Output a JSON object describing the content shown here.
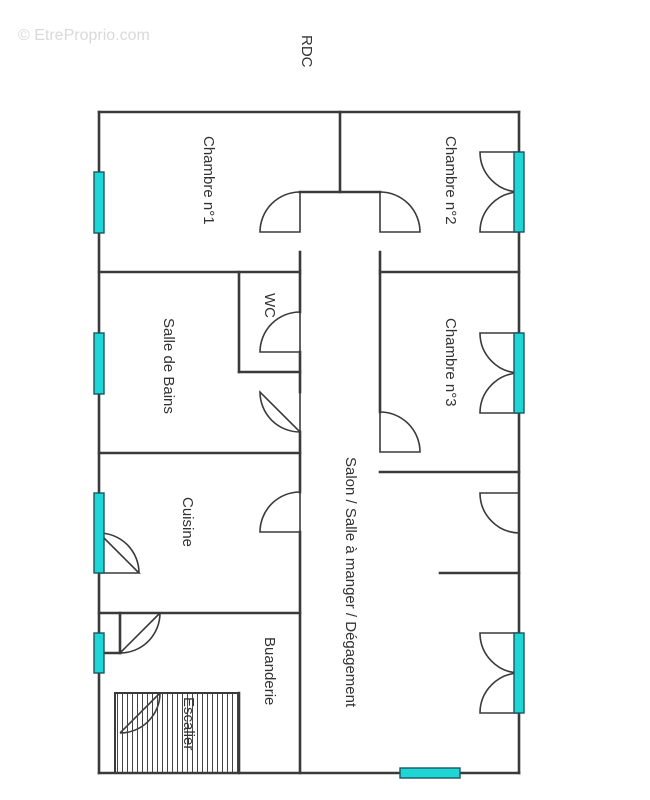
{
  "watermark": "© EtreProprio.com",
  "level_label": "RDC",
  "rooms": {
    "chambre_1": "Chambre n°1",
    "chambre_2": "Chambre n°2",
    "chambre_3": "Chambre n°3",
    "wc": "WC",
    "salle_de_bains": "Salle de Bains",
    "cuisine": "Cuisine",
    "buanderie": "Buanderie",
    "escalier": "Escalier",
    "salon": "Salon / Salle à manger / Dégagement"
  },
  "colors": {
    "window_fill": "#1fd6d6",
    "wall": "#3a3a3a"
  }
}
